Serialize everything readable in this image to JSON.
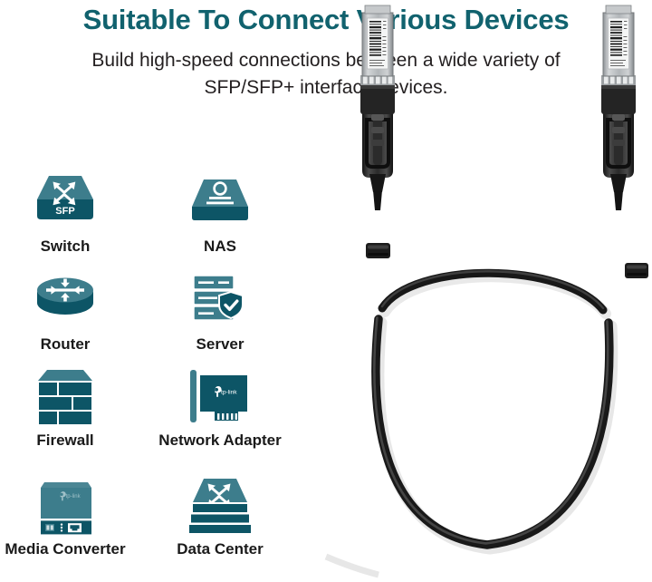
{
  "header": {
    "headline": "Suitable To Connect Various Devices",
    "subhead_line1": "Build high-speed connections between a wide variety of",
    "subhead_line2": "SFP/SFP+ interface devices."
  },
  "colors": {
    "headline_teal": "#11626e",
    "icon_light_teal": "#3d7d8c",
    "icon_dark_teal": "#0d5566",
    "body_text": "#231f20",
    "caption_text": "#1a1a1a",
    "cable_black": "#1b1b1b",
    "connector_silver": "#b9bcbe",
    "label_white": "#f4f5f5",
    "background": "#ffffff"
  },
  "devices": [
    {
      "id": "switch",
      "label": "Switch",
      "icon": "switch-icon",
      "badge": "SFP"
    },
    {
      "id": "nas",
      "label": "NAS",
      "icon": "nas-icon",
      "badge": ""
    },
    {
      "id": "router",
      "label": "Router",
      "icon": "router-icon",
      "badge": ""
    },
    {
      "id": "server",
      "label": "Server",
      "icon": "server-shield-icon",
      "badge": ""
    },
    {
      "id": "firewall",
      "label": "Firewall",
      "icon": "firewall-brick-icon",
      "badge": ""
    },
    {
      "id": "network-adapter",
      "label": "Network Adapter",
      "icon": "pcie-card-icon",
      "badge": "tp-link"
    },
    {
      "id": "media-converter",
      "label": "Media Converter",
      "icon": "media-converter-icon",
      "badge": "tp-link"
    },
    {
      "id": "data-center",
      "label": "Data Center",
      "icon": "data-center-icon",
      "badge": ""
    }
  ],
  "product": {
    "name": "SFP+ Direct Attach Copper Cable",
    "connector_left": "sfp-plus-connector-left",
    "connector_right": "sfp-plus-connector-right",
    "connector_label_text": "",
    "cable_ties": 2
  }
}
